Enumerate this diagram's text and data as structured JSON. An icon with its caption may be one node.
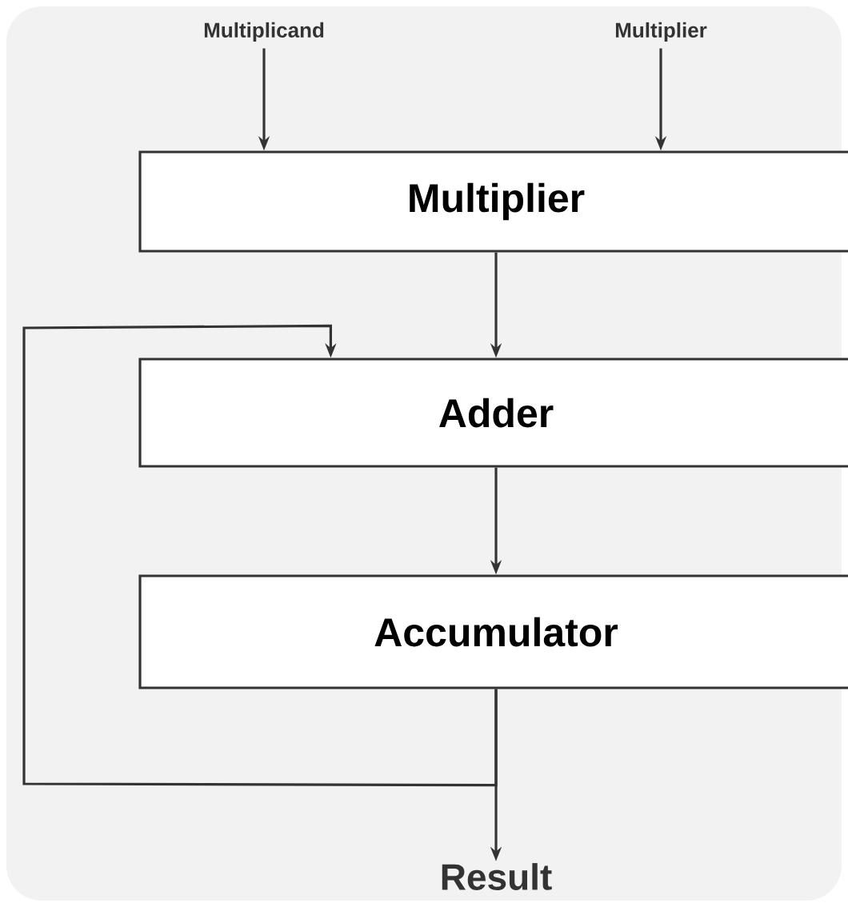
{
  "diagram": {
    "nodes": [
      {
        "text": [
          "Multiplicand"
        ]
      },
      {
        "text": [
          "Multiplier"
        ]
      },
      {
        "text": [
          "Multiplier"
        ]
      },
      {
        "text": [
          "Adder"
        ]
      },
      {
        "text": [
          "Accumulator"
        ]
      },
      {
        "text": [
          "Result"
        ]
      }
    ],
    "edges": [
      {
        "from": 0,
        "to": 2,
        "arrow": "to"
      },
      {
        "from": 1,
        "to": 2,
        "arrow": "to"
      },
      {
        "from": 2,
        "to": 3,
        "arrow": "to"
      },
      {
        "from": 3,
        "to": 4,
        "arrow": "to"
      },
      {
        "from": 4,
        "to": 5,
        "arrow": "to"
      },
      {
        "from": 4,
        "to": 3,
        "arrow": "to"
      }
    ]
  }
}
